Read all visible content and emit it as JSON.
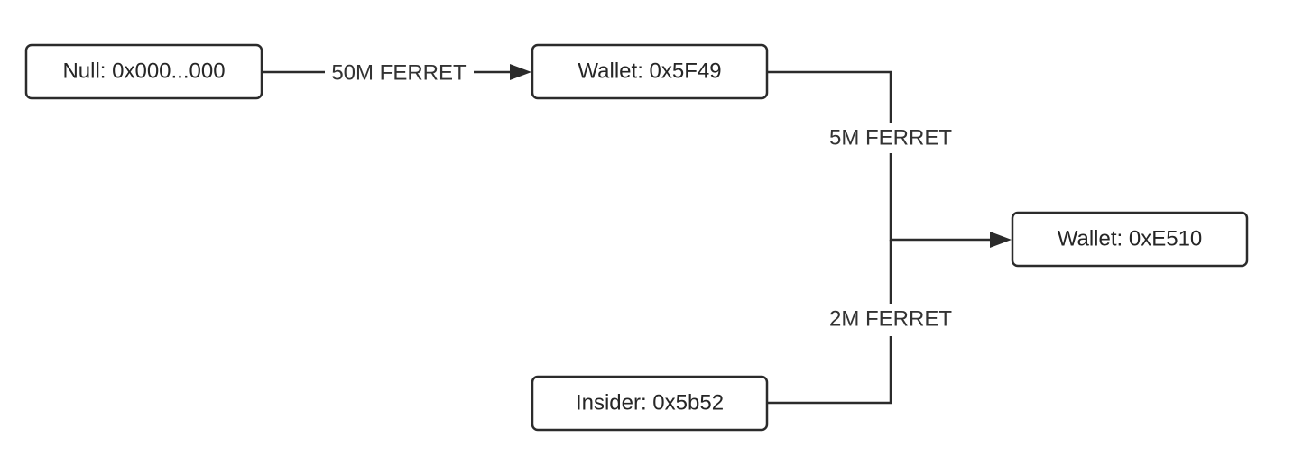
{
  "nodes": {
    "null_wallet": {
      "label": "Null: 0x000...000"
    },
    "wallet_5f49": {
      "label": "Wallet: 0x5F49"
    },
    "wallet_e510": {
      "label": "Wallet: 0xE510"
    },
    "insider_5b52": {
      "label": "Insider: 0x5b52"
    }
  },
  "edges": {
    "null_to_5f49": {
      "label": "50M FERRET"
    },
    "5f49_to_e510": {
      "label": "5M FERRET"
    },
    "5b52_to_e510": {
      "label": "2M FERRET"
    }
  },
  "colors": {
    "stroke": "#2b2b2b",
    "text": "#262626",
    "background": "#ffffff"
  }
}
